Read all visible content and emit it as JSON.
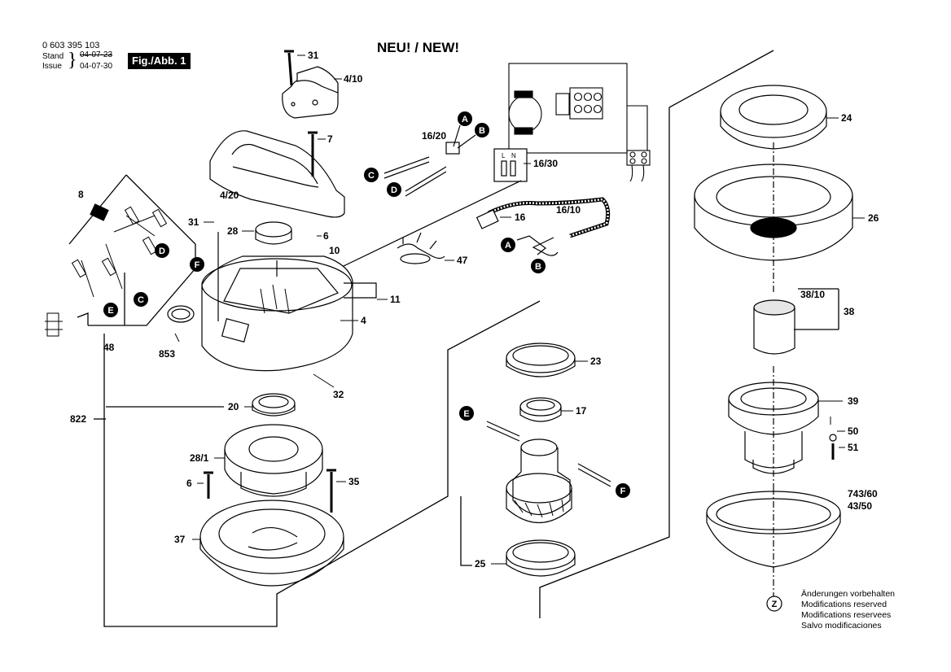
{
  "header": {
    "doc_number": "0 603 395 103",
    "stand_label": "Stand",
    "issue_label": "Issue",
    "date_old": "04-07-23",
    "date_new": "04-07-30",
    "figure_label": "Fig./Abb. 1",
    "title": "NEU! / NEW!"
  },
  "parts": [
    {
      "id": "p31a",
      "text": "31"
    },
    {
      "id": "p410",
      "text": "4/10"
    },
    {
      "id": "p7",
      "text": "7"
    },
    {
      "id": "p420",
      "text": "4/20"
    },
    {
      "id": "p1620",
      "text": "16/20"
    },
    {
      "id": "p1630",
      "text": "16/30"
    },
    {
      "id": "p16",
      "text": "16"
    },
    {
      "id": "p1610",
      "text": "16/10"
    },
    {
      "id": "p47",
      "text": "47"
    },
    {
      "id": "p8",
      "text": "8"
    },
    {
      "id": "p31b",
      "text": "31"
    },
    {
      "id": "p28",
      "text": "28"
    },
    {
      "id": "p6a",
      "text": "6"
    },
    {
      "id": "p10",
      "text": "10"
    },
    {
      "id": "p11",
      "text": "11"
    },
    {
      "id": "p4",
      "text": "4"
    },
    {
      "id": "p853",
      "text": "853"
    },
    {
      "id": "p48",
      "text": "48"
    },
    {
      "id": "p32",
      "text": "32"
    },
    {
      "id": "p20",
      "text": "20"
    },
    {
      "id": "p822",
      "text": "822"
    },
    {
      "id": "p281",
      "text": "28/1"
    },
    {
      "id": "p6b",
      "text": "6"
    },
    {
      "id": "p35",
      "text": "35"
    },
    {
      "id": "p37",
      "text": "37"
    },
    {
      "id": "p23",
      "text": "23"
    },
    {
      "id": "p17",
      "text": "17"
    },
    {
      "id": "p25",
      "text": "25"
    },
    {
      "id": "p24",
      "text": "24"
    },
    {
      "id": "p26",
      "text": "26"
    },
    {
      "id": "p3810",
      "text": "38/10"
    },
    {
      "id": "p38",
      "text": "38"
    },
    {
      "id": "p39",
      "text": "39"
    },
    {
      "id": "p50",
      "text": "50"
    },
    {
      "id": "p51",
      "text": "51"
    },
    {
      "id": "p74360",
      "text": "743/60"
    },
    {
      "id": "p4350",
      "text": "43/50"
    }
  ],
  "connectors": [
    {
      "id": "cA1",
      "text": "A"
    },
    {
      "id": "cB1",
      "text": "B"
    },
    {
      "id": "cC1",
      "text": "C"
    },
    {
      "id": "cD1",
      "text": "D"
    },
    {
      "id": "cA2",
      "text": "A"
    },
    {
      "id": "cB2",
      "text": "B"
    },
    {
      "id": "cD2",
      "text": "D"
    },
    {
      "id": "cF1",
      "text": "F"
    },
    {
      "id": "cC2",
      "text": "C"
    },
    {
      "id": "cE1",
      "text": "E"
    },
    {
      "id": "cE2",
      "text": "E"
    },
    {
      "id": "cF2",
      "text": "F"
    }
  ],
  "switch_labels": {
    "left": "L",
    "right": "N"
  },
  "z_marker": "Z",
  "notes": [
    "Änderungen vorbehalten",
    "Modifications reserved",
    "Modifications reservees",
    "Salvo modificaciones"
  ]
}
